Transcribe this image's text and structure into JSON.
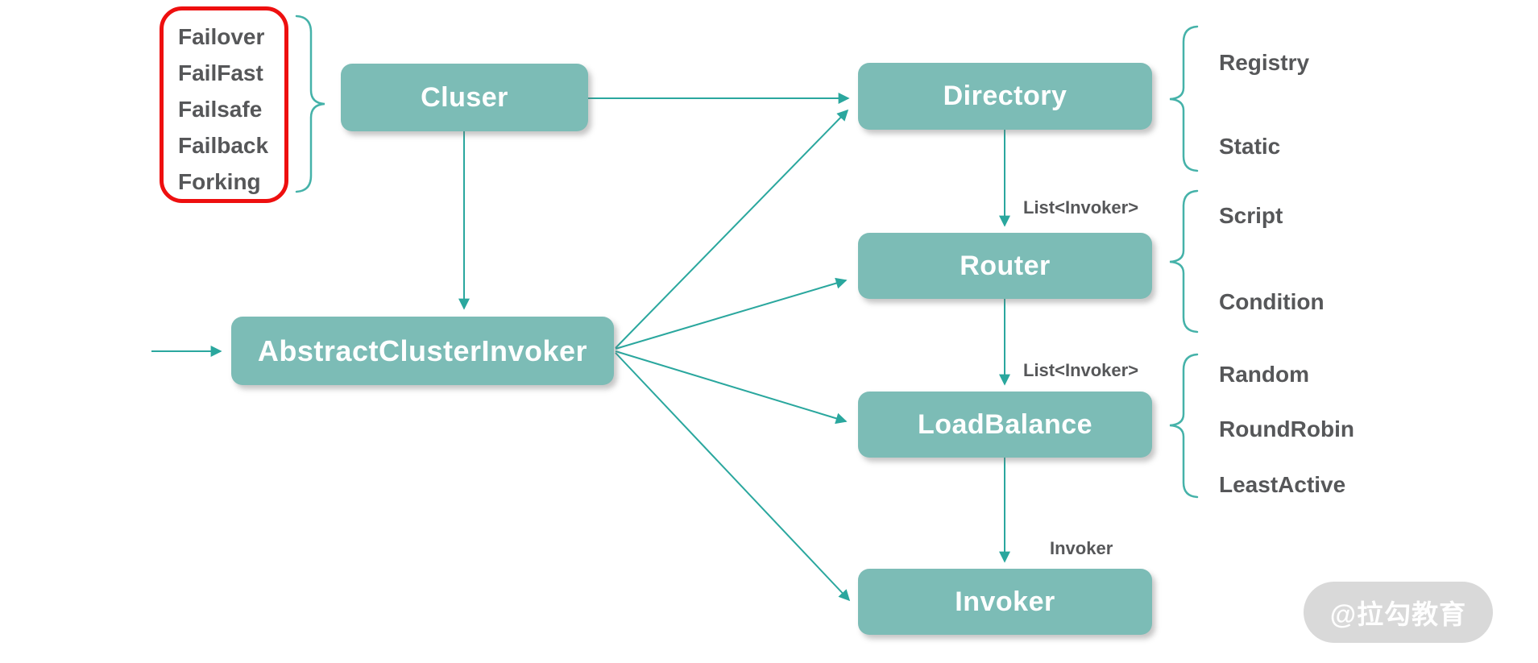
{
  "diagram": {
    "fault_strategies": {
      "items": [
        "Failover",
        "FailFast",
        "Failsafe",
        "Failback",
        "Forking"
      ]
    },
    "nodes": {
      "cluser": "Cluser",
      "directory": "Directory",
      "router": "Router",
      "abstract_cluster_invoker": "AbstractClusterInvoker",
      "load_balance": "LoadBalance",
      "invoker": "Invoker"
    },
    "edge_labels": {
      "directory_to_router": "List<Invoker>",
      "router_to_loadbalance": "List<Invoker>",
      "loadbalance_to_invoker": "Invoker"
    },
    "directory_types": [
      "Registry",
      "Static"
    ],
    "router_types": [
      "Script",
      "Condition"
    ],
    "loadbalance_types": [
      "Random",
      "RoundRobin",
      "LeastActive"
    ],
    "watermark": "@拉勾教育",
    "colors": {
      "node_fill": "#7cbcb6",
      "node_text": "#ffffff",
      "arrow": "#2aa79e",
      "brace": "#45b2a9",
      "dark_text": "#565759",
      "highlight_border": "#ee0f0f",
      "watermark_bg": "#d6d6d6"
    }
  }
}
